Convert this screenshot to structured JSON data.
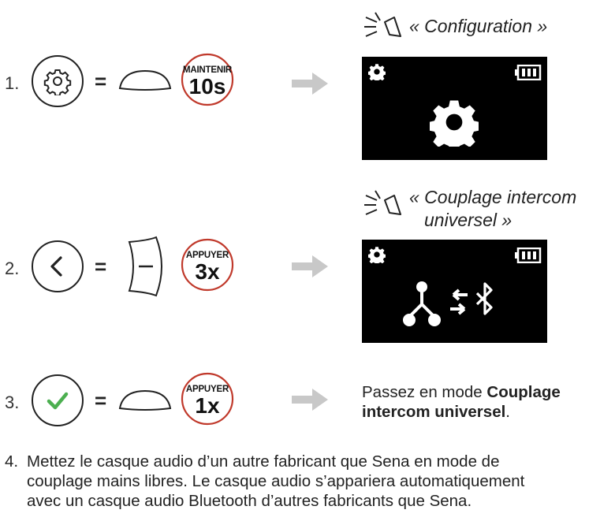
{
  "steps": [
    {
      "number": "1.",
      "equals": "=",
      "button_icon": "gear-icon",
      "action_label": "MAINTENIR",
      "action_count": "10s",
      "voice_prompt": "« Configuration »",
      "screen_icon": "gear-icon"
    },
    {
      "number": "2.",
      "equals": "=",
      "button_icon": "chevron-left-icon",
      "action_label": "APPUYER",
      "action_count": "3x",
      "voice_prompt_line1": "« Couplage intercom",
      "voice_prompt_line2": "universel »",
      "screen_icon": "universal-intercom-pairing-icon"
    },
    {
      "number": "3.",
      "equals": "=",
      "button_icon": "check-icon",
      "action_label": "APPUYER",
      "action_count": "1x",
      "result_prefix": "Passez en mode ",
      "result_bold_1": "Couplage",
      "result_bold_2": "intercom universel",
      "result_suffix": "."
    }
  ],
  "step4": {
    "number": "4.",
    "lines": [
      "Mettez le casque audio d’un autre fabricant que Sena en mode de",
      "couplage mains libres. Le casque audio s’appariera automatiquement",
      "avec un casque audio Bluetooth d’autres fabricants que Sena."
    ]
  },
  "colors": {
    "badge_ring": "#c0392b",
    "arrow": "#c8c8c8",
    "check": "#4caf50",
    "screen_bg": "#000000"
  }
}
